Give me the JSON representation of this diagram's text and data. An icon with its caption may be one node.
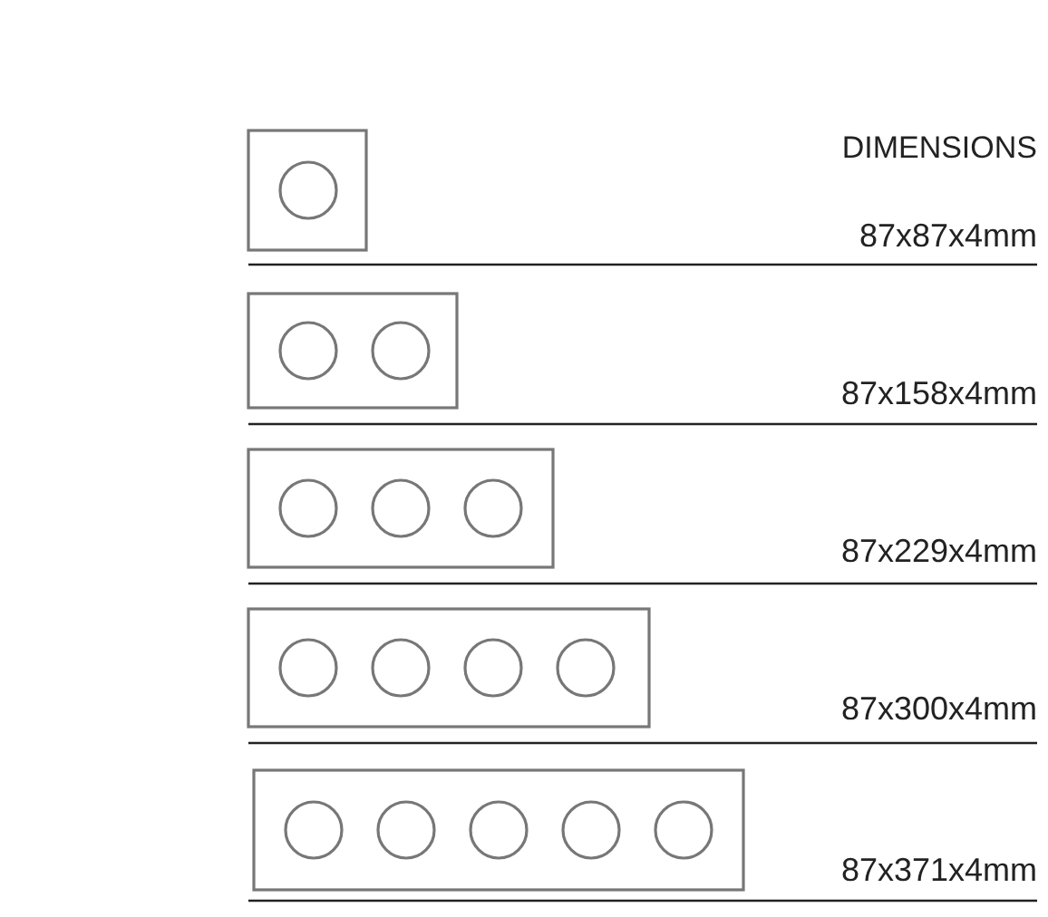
{
  "diagram": {
    "labels": [
      "DIMENSIONS",
      "87x87x4mm",
      "87x158x4mm",
      "87x229x4mm",
      "87x300x4mm",
      "87x371x4mm"
    ]
  }
}
